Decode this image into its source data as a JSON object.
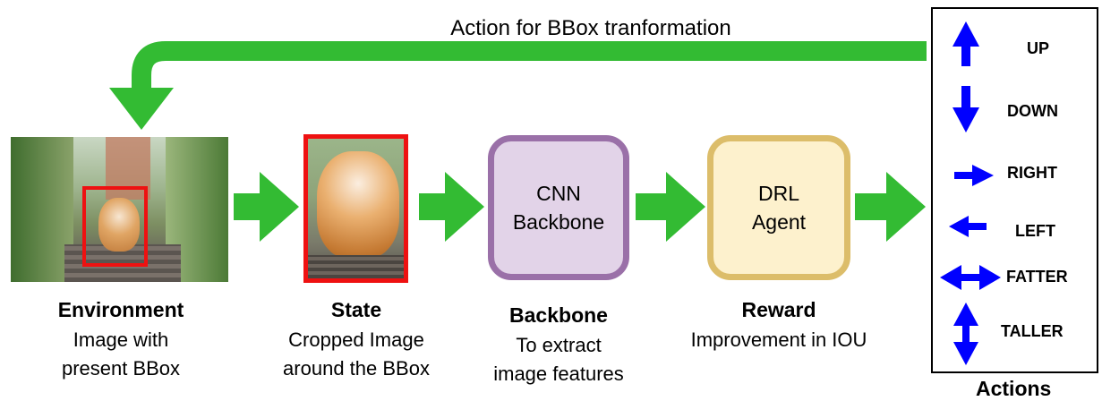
{
  "feedback_label": "Action for BBox tranformation",
  "stages": {
    "environment": {
      "title": "Environment",
      "line1": "Image with",
      "line2": "present BBox"
    },
    "state": {
      "title": "State",
      "line1": "Cropped Image",
      "line2": "around the BBox"
    },
    "backbone": {
      "box_line1": "CNN",
      "box_line2": "Backbone",
      "title": "Backbone",
      "line1": "To extract",
      "line2": "image features"
    },
    "reward": {
      "box_line1": "DRL",
      "box_line2": "Agent",
      "title": "Reward",
      "line1": "Improvement in IOU"
    }
  },
  "actions": {
    "title": "Actions",
    "items": [
      {
        "label": "UP",
        "icon": "arrow-up-icon"
      },
      {
        "label": "DOWN",
        "icon": "arrow-down-icon"
      },
      {
        "label": "RIGHT",
        "icon": "arrow-right-icon"
      },
      {
        "label": "LEFT",
        "icon": "arrow-left-icon"
      },
      {
        "label": "FATTER",
        "icon": "arrow-horizontal-double-icon"
      },
      {
        "label": "TALLER",
        "icon": "arrow-vertical-double-icon"
      }
    ]
  },
  "colors": {
    "flow_arrow": "#33bb33",
    "bbox": "#ee1111",
    "cnn_fill": "#e2d3e8",
    "cnn_border": "#9a70a8",
    "drl_fill": "#fdf1cd",
    "drl_border": "#dcbd6a",
    "action_arrow": "#0000ff"
  }
}
